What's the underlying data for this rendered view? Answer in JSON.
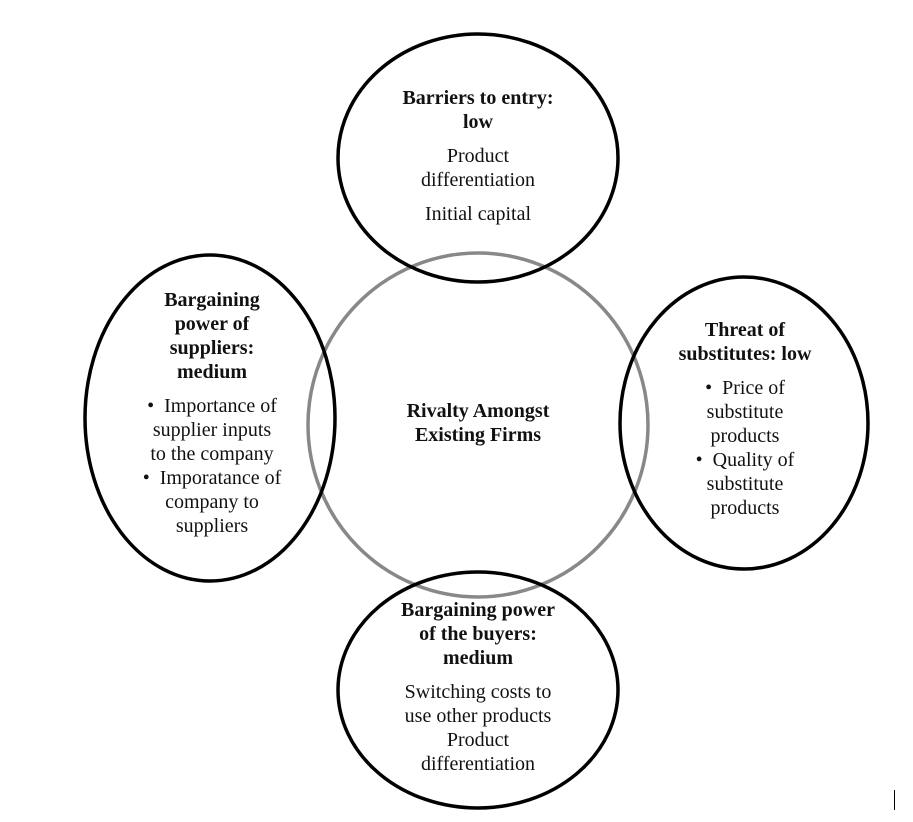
{
  "center": {
    "title_lines": [
      "Rivalty Amongst",
      "Existing Firms"
    ]
  },
  "top": {
    "title_lines": [
      "Barriers to entry:",
      "low"
    ],
    "items": [
      "Product",
      "differentiation",
      "Initial capital"
    ]
  },
  "left": {
    "title_lines": [
      "Bargaining",
      "power of",
      "suppliers:",
      "medium"
    ],
    "bullets": [
      [
        "Importance of",
        "supplier inputs",
        "to the company"
      ],
      [
        "Imporatance of",
        "company to",
        "suppliers"
      ]
    ]
  },
  "right": {
    "title_lines": [
      "Threat of",
      "substitutes: low"
    ],
    "bullets": [
      [
        "Price of",
        "substitute",
        "products"
      ],
      [
        "Quality of",
        "substitute",
        "products"
      ]
    ]
  },
  "bottom": {
    "title_lines": [
      "Bargaining power",
      "of the buyers:",
      "medium"
    ],
    "items": [
      "Switching costs to",
      "use other products",
      "Product",
      "differentiation"
    ]
  },
  "colors": {
    "outer_stroke": "#000000",
    "center_stroke": "#888888",
    "background": "#ffffff"
  }
}
